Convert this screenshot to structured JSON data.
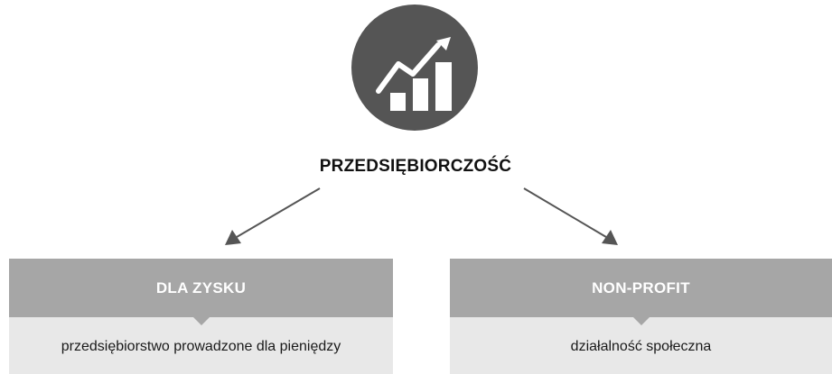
{
  "root": {
    "title": "PRZEDSIĘBIORCZOŚĆ",
    "icon": "growth-chart-icon"
  },
  "branches": [
    {
      "title": "DLA ZYSKU",
      "description": "przedsiębiorstwo prowadzone dla pieniędzy"
    },
    {
      "title": "NON-PROFIT",
      "description": "działalność społeczna"
    }
  ],
  "colors": {
    "icon_circle": "#555555",
    "branch_header": "#a6a6a6",
    "branch_body": "#e8e8e8",
    "arrow": "#555555"
  }
}
